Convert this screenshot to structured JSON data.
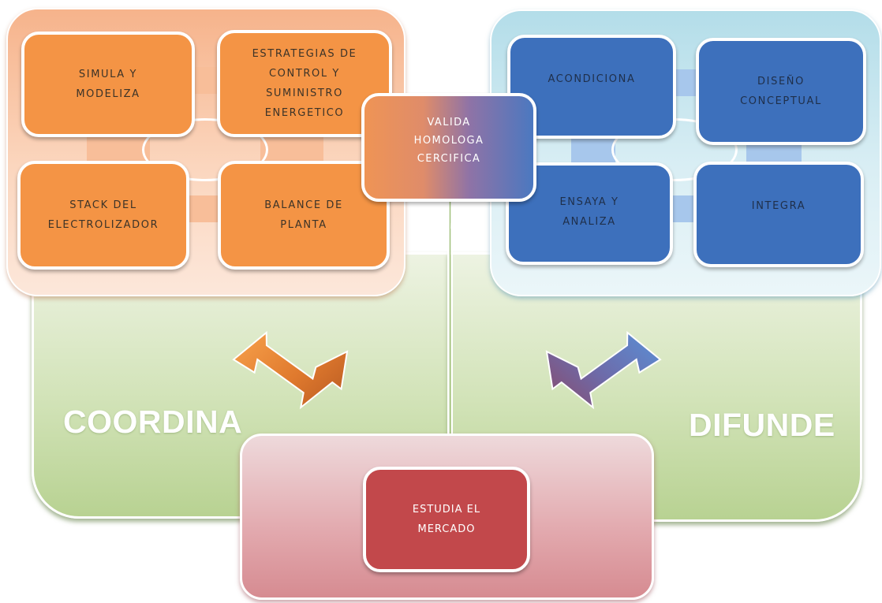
{
  "left_panel": {
    "label": "COORDINA",
    "boxes": {
      "simula": [
        "SIMULA Y",
        "MODELIZA"
      ],
      "estrategias": [
        "ESTRATEGIAS DE",
        "CONTROL Y",
        "SUMINISTRO",
        "ENERGETICO"
      ],
      "stack": [
        "STACK DEL",
        "ELECTROLIZADOR"
      ],
      "balance": [
        "BALANCE DE",
        "PLANTA"
      ]
    }
  },
  "right_panel": {
    "label": "DIFUNDE",
    "boxes": {
      "acondiciona": [
        "ACONDICIONA"
      ],
      "diseno": [
        "DISEÑO",
        "CONCEPTUAL"
      ],
      "ensaya": [
        "ENSAYA Y",
        "ANALIZA"
      ],
      "integra": [
        "INTEGRA"
      ]
    }
  },
  "center": {
    "valida": [
      "VALIDA",
      "HOMOLOGA",
      "CERCIFICA"
    ]
  },
  "bottom": {
    "estudia": [
      "ESTUDIA EL",
      "MERCADO"
    ]
  },
  "colors": {
    "orange_box": "#f49445",
    "blue_box": "#3d70bc",
    "red_box": "#c2484b",
    "green_panel": "#c4d9a2",
    "peach_panel": "#f9c4a3",
    "light_blue_panel": "#c6e5ee",
    "pink_panel": "#e2a8ad"
  },
  "icons": {
    "left_arrow": "double-headed-arrow-orange",
    "right_arrow": "double-headed-arrow-blue-purple"
  }
}
